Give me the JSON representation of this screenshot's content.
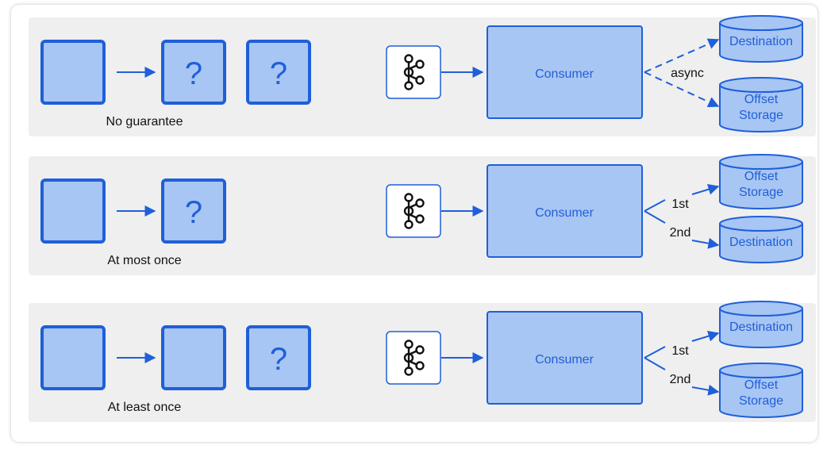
{
  "colors": {
    "panel_bg": "#efefef",
    "box_fill": "#a8c6f3",
    "box_stroke": "#1f5fd9",
    "text_blue": "#1f5fd9",
    "arrow": "#1f5fd9"
  },
  "rows": [
    {
      "caption": "No guarantee",
      "boxes": [
        "",
        "?",
        "?"
      ],
      "kafka_icon": "kafka-logo-icon",
      "consumer_label": "Consumer",
      "mode": "async",
      "targets": [
        {
          "label_lines": [
            "Destination"
          ],
          "order_label": ""
        },
        {
          "label_lines": [
            "Offset",
            "Storage"
          ],
          "order_label": ""
        }
      ],
      "async_label": "async"
    },
    {
      "caption": "At most once",
      "boxes": [
        "",
        "?"
      ],
      "kafka_icon": "kafka-logo-icon",
      "consumer_label": "Consumer",
      "mode": "sequential",
      "targets": [
        {
          "label_lines": [
            "Offset",
            "Storage"
          ],
          "order_label": "1st"
        },
        {
          "label_lines": [
            "Destination"
          ],
          "order_label": "2nd"
        }
      ]
    },
    {
      "caption": "At least once",
      "boxes": [
        "",
        "",
        "?"
      ],
      "kafka_icon": "kafka-logo-icon",
      "consumer_label": "Consumer",
      "mode": "sequential",
      "targets": [
        {
          "label_lines": [
            "Destination"
          ],
          "order_label": "1st"
        },
        {
          "label_lines": [
            "Offset",
            "Storage"
          ],
          "order_label": "2nd"
        }
      ]
    }
  ]
}
